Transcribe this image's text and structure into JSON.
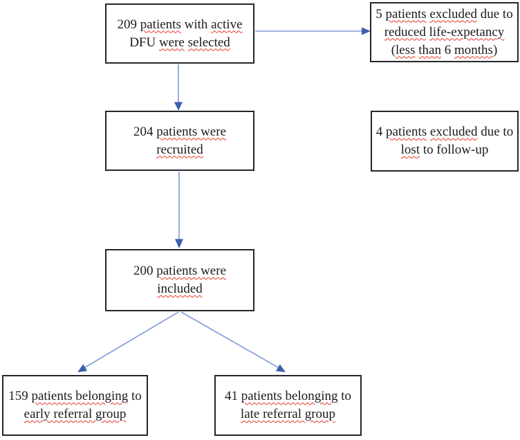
{
  "colors": {
    "box_border": "#262626",
    "text": "#1b1b1b",
    "arrow_line": "#7d99d6",
    "arrow_head": "#3b5fad",
    "squiggle": "#ea3323",
    "background": "#ffffff"
  },
  "flowchart": {
    "boxes": [
      {
        "id": "selected",
        "lines": [
          [
            {
              "t": "209 ",
              "s": false
            },
            {
              "t": "patients",
              "s": true
            },
            {
              "t": " with ",
              "s": false
            },
            {
              "t": "active",
              "s": true
            }
          ],
          [
            {
              "t": "DFU ",
              "s": false
            },
            {
              "t": "were",
              "s": true
            },
            {
              "t": " ",
              "s": false
            },
            {
              "t": "selected",
              "s": true
            }
          ]
        ]
      },
      {
        "id": "excluded-life-expectancy",
        "lines": [
          [
            {
              "t": "5 ",
              "s": false
            },
            {
              "t": "patients",
              "s": true
            },
            {
              "t": " ",
              "s": false
            },
            {
              "t": "excluded",
              "s": true
            },
            {
              "t": " due to",
              "s": false
            }
          ],
          [
            {
              "t": "reduced",
              "s": true
            },
            {
              "t": " ",
              "s": false
            },
            {
              "t": "life-expetancy",
              "s": true
            }
          ],
          [
            {
              "t": "(",
              "s": false
            },
            {
              "t": "less",
              "s": true
            },
            {
              "t": " ",
              "s": false
            },
            {
              "t": "than",
              "s": true
            },
            {
              "t": " 6 ",
              "s": false
            },
            {
              "t": "months",
              "s": true
            },
            {
              "t": ")",
              "s": false
            }
          ]
        ]
      },
      {
        "id": "recruited",
        "lines": [
          [
            {
              "t": "204 ",
              "s": false
            },
            {
              "t": "patients were",
              "s": true
            }
          ],
          [
            {
              "t": "recruited",
              "s": true
            }
          ]
        ]
      },
      {
        "id": "excluded-follow-up",
        "lines": [
          [
            {
              "t": "4 ",
              "s": false
            },
            {
              "t": "patients",
              "s": true
            },
            {
              "t": " ",
              "s": false
            },
            {
              "t": "excluded",
              "s": true
            },
            {
              "t": " due to",
              "s": false
            }
          ],
          [
            {
              "t": "lost",
              "s": true
            },
            {
              "t": " to follow-up",
              "s": false
            }
          ]
        ]
      },
      {
        "id": "included",
        "lines": [
          [
            {
              "t": "200 ",
              "s": false
            },
            {
              "t": "patients were",
              "s": true
            }
          ],
          [
            {
              "t": "included",
              "s": true
            }
          ]
        ]
      },
      {
        "id": "early-referral",
        "lines": [
          [
            {
              "t": "159 ",
              "s": false
            },
            {
              "t": "patients belonging",
              "s": true
            },
            {
              "t": " to",
              "s": false
            }
          ],
          [
            {
              "t": "early referral group",
              "s": true
            }
          ]
        ]
      },
      {
        "id": "late-referral",
        "lines": [
          [
            {
              "t": "41 ",
              "s": false
            },
            {
              "t": "patients belonging",
              "s": true
            },
            {
              "t": " to",
              "s": false
            }
          ],
          [
            {
              "t": "late referral group",
              "s": true
            }
          ]
        ]
      }
    ],
    "edges": [
      {
        "from": "selected",
        "to": "excluded-life-expectancy",
        "direction": "right"
      },
      {
        "from": "selected",
        "to": "recruited",
        "direction": "down"
      },
      {
        "from": "recruited",
        "to": "included",
        "direction": "down"
      },
      {
        "from": "included",
        "to": "early-referral",
        "direction": "down-left"
      },
      {
        "from": "included",
        "to": "late-referral",
        "direction": "down-right"
      }
    ]
  }
}
